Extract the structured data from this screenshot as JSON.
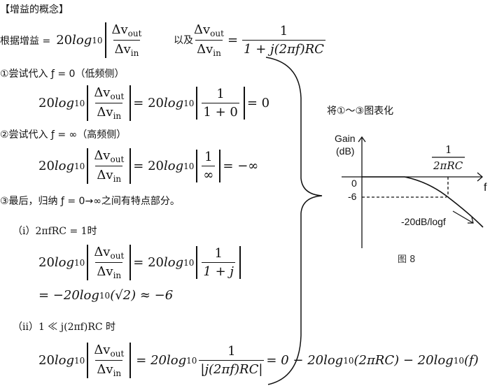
{
  "title": "【增益的概念】",
  "intro": {
    "label": "根据增益 =",
    "coef": "20 ",
    "log": "log",
    "base": "10",
    "num": "Δv",
    "num_sub": "out",
    "den": "Δv",
    "den_sub": "in",
    "and": "以及",
    "eq": "=",
    "one": "1",
    "rhs_den": "1 + j(2πf)RC"
  },
  "step1": {
    "label": "①尝试代入 ƒ = 0（低频侧）",
    "lhs": "20 ",
    "rhs_coef": "= 20 ",
    "frac_den": "1 + 0",
    "result": "= 0"
  },
  "step2": {
    "label": "②尝试代入 ƒ = ∞（高频侧）",
    "frac_den": "∞",
    "result": "= −∞"
  },
  "step3": {
    "label": "③最后，归纳 ƒ = 0→∞之间有特点部分。"
  },
  "case1": {
    "label": "（ⅰ）2πfRC = 1时",
    "frac_den": "1 + j",
    "line2": "= −20log",
    "line2_arg": "(√2) ≈ −6"
  },
  "case2": {
    "label": "（ⅱ）1 ≪ j(2πf)RC 时",
    "rhs_coef": "=  20log",
    "frac_den": "|j(2πf)RC|",
    "tail": "= 0 − 20log",
    "tail2": "(2πRC) − 20log",
    "tail3": "(f)"
  },
  "graph": {
    "caption": "将①〜③图表化",
    "ylabel1": "Gain",
    "ylabel2": "(dB)",
    "zero": "0",
    "minus6": "-6",
    "xlabel": "f",
    "corner_num": "1",
    "corner_den": "2πRC",
    "slope": "-20dB/logf",
    "figure": "图 8"
  }
}
